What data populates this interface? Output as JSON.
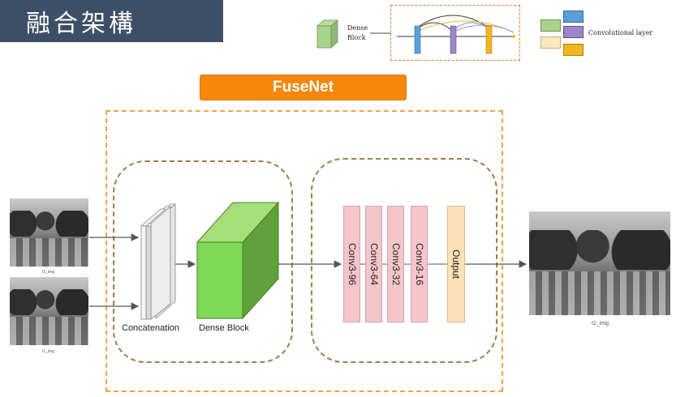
{
  "slide": {
    "title": "融合架構",
    "network_name": "FuseNet"
  },
  "legend": {
    "dense_block_line1": "Dense",
    "dense_block_line2": "Block",
    "conv_layer_label": "Convolutional layer"
  },
  "inputs": {
    "top_caption": "t1_img",
    "bottom_caption": "t1_img"
  },
  "blocks": {
    "concatenation": "Concatenation",
    "dense_block": "Dense Block"
  },
  "conv_layers": [
    "Conv3-96",
    "Conv3-64",
    "Conv3-32",
    "Conv3-16"
  ],
  "output_layer": "Output",
  "result": {
    "caption": "t2_img"
  },
  "colors": {
    "title_bg": "#3d4f66",
    "banner": "#f4870c",
    "dense_green": "#7ed957",
    "conv_pink": "#f3c6cb",
    "output_peach": "#fbe0b8",
    "legend_blue": "#5aa0d8",
    "legend_purple": "#9b86c8",
    "legend_yellow": "#f2b61f"
  }
}
